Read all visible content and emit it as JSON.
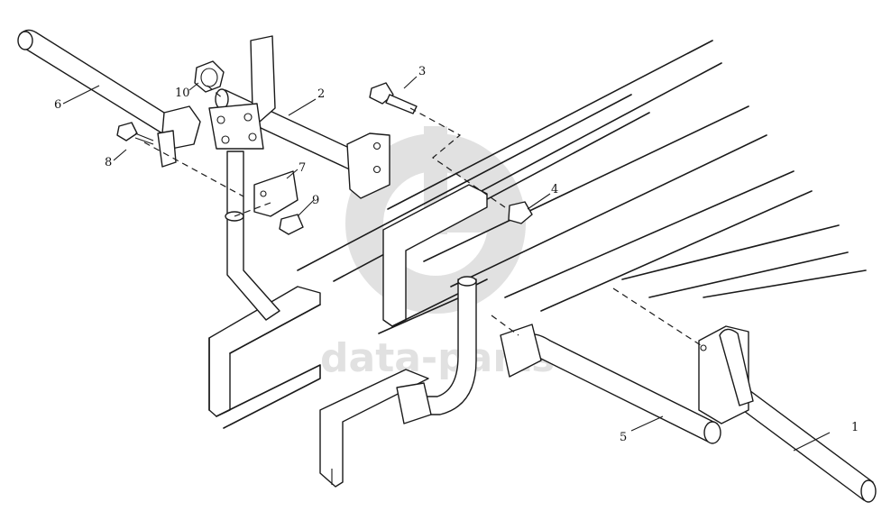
{
  "watermark": {
    "text": "data-parts",
    "color": "#c9c9c9"
  },
  "callouts": {
    "c1": "1",
    "c2": "2",
    "c3": "3",
    "c4": "4",
    "c5": "5",
    "c6": "6",
    "c7": "7",
    "c8": "8",
    "c9": "9",
    "c10": "10"
  },
  "colors": {
    "line": "#1a1a1a",
    "background": "#ffffff"
  }
}
